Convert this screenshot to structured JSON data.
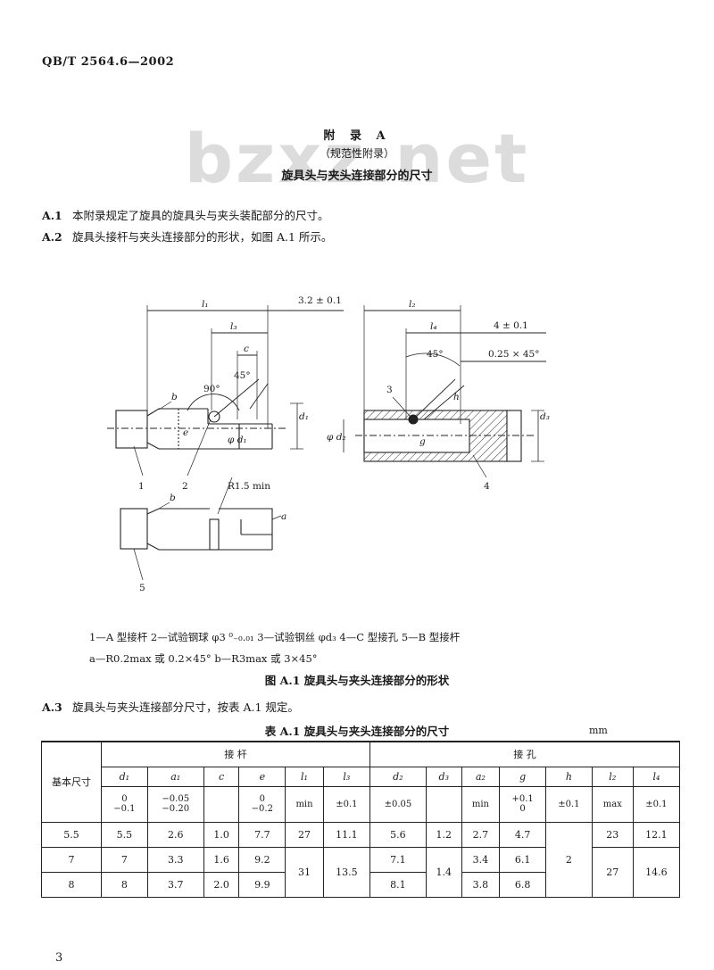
{
  "header": {
    "standard_no": "QB/T 2564.6—2002"
  },
  "watermark": "bzxz.net",
  "appendix": {
    "title": "附  录  A",
    "subtitle": "（规范性附录）",
    "heading": "旋具头与夹头连接部分的尺寸"
  },
  "paragraphs": [
    {
      "num": "A.1",
      "text": "本附录规定了旋具的旋具头与夹头装配部分的尺寸。"
    },
    {
      "num": "A.2",
      "text": "旋具头接杆与夹头连接部分的形状，如图 A.1 所示。"
    }
  ],
  "figure": {
    "dims": {
      "l1": "l₁",
      "l2": "l₂",
      "l3": "l₃",
      "l4": "l₄",
      "d1": "d₁",
      "d2": "d₂",
      "d3": "d₃",
      "c": "c",
      "e": "e",
      "g": "g",
      "h": "h",
      "tol1": "3.2 ± 0.1",
      "tol2": "4 ± 0.1",
      "chamfer": "0.25 × 45°",
      "angle90": "90°",
      "angle45a": "45°",
      "angle45b": "45°",
      "radius": "R1.5 min",
      "phid1": "φ d₁",
      "phid2": "φ d₂"
    },
    "labels": {
      "a": "a",
      "b1": "b",
      "b2": "b",
      "n1": "1",
      "n2": "2",
      "n3": "3",
      "n4": "4",
      "n5": "5"
    },
    "legend_line1": "1—A 型接杆    2—试验钢球 φ3 ⁰₋₀.₀₁    3—试验钢丝 φd₃    4—C 型接孔    5—B 型接杆",
    "legend_line2": "a—R0.2max 或 0.2×45°    b—R3max 或 3×45°",
    "caption": "图 A.1    旋具头与夹头连接部分的形状"
  },
  "paragraph3": {
    "num": "A.3",
    "text": "旋具头与夹头连接部分尺寸，按表 A.1 规定。"
  },
  "table": {
    "caption": "表 A.1    旋具头与夹头连接部分的尺寸",
    "unit": "mm",
    "group_rod": "接    杆",
    "group_hole": "接    孔",
    "basic_size": "基本尺寸",
    "cols": [
      "d₁",
      "a₁",
      "c",
      "e",
      "l₁",
      "l₃",
      "d₂",
      "d₃",
      "a₂",
      "g",
      "h",
      "l₂",
      "l₄"
    ],
    "tols": [
      "0\n−0.1",
      "−0.05\n−0.20",
      "",
      "0\n−0.2",
      "min",
      "±0.1",
      "±0.05",
      "",
      "min",
      "+0.1\n0",
      "±0.1",
      "max",
      "±0.1"
    ],
    "rows": [
      {
        "size": "5.5",
        "d1": "5.5",
        "a1": "2.6",
        "c": "1.0",
        "e": "7.7",
        "l1": "27",
        "l3": "11.1",
        "d2": "5.6",
        "d3": "1.2",
        "a2": "2.7",
        "g": "4.7"
      },
      {
        "size": "7",
        "d1": "7",
        "a1": "3.3",
        "c": "1.6",
        "e": "9.2",
        "d2": "7.1",
        "a2": "3.4",
        "g": "6.1"
      },
      {
        "size": "8",
        "d1": "8",
        "a1": "3.7",
        "c": "2.0",
        "e": "9.9",
        "d2": "8.1",
        "a2": "3.8",
        "g": "6.8"
      }
    ],
    "merged": {
      "l1_78": "31",
      "l3_78": "13.5",
      "d3_78": "1.4",
      "h_all": "2",
      "l2_55": "23",
      "l4_55": "12.1",
      "l2_78": "27",
      "l4_78": "14.6"
    }
  },
  "page_number": "3"
}
